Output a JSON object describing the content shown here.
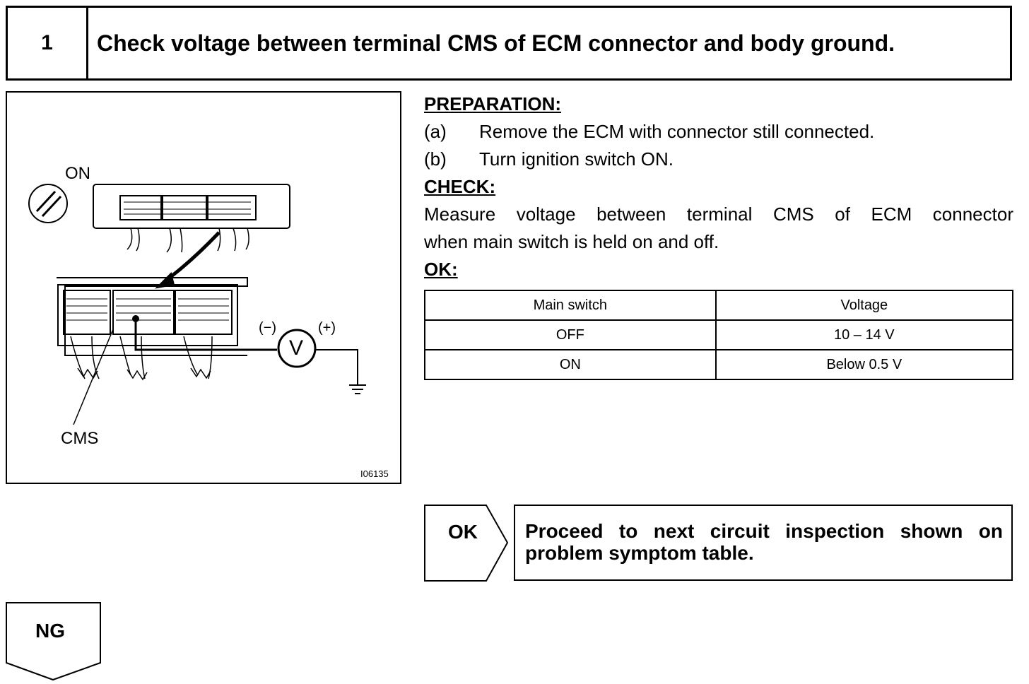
{
  "step": {
    "number": "1",
    "title": "Check voltage between terminal CMS of ECM connector and body ground."
  },
  "figure": {
    "ignition_label": "ON",
    "minus_label": "(−)",
    "plus_label": "(+)",
    "meter_symbol": "V",
    "terminal_label": "CMS",
    "figure_code": "I06135"
  },
  "preparation": {
    "heading": "PREPARATION:",
    "steps": [
      {
        "letter": "(a)",
        "text": "Remove the ECM with connector still connected."
      },
      {
        "letter": "(b)",
        "text": "Turn ignition switch ON."
      }
    ]
  },
  "check": {
    "heading": "CHECK:",
    "line1": "Measure voltage between terminal CMS of ECM connector",
    "line2": "when main switch is held on and off."
  },
  "ok_spec": {
    "heading": "OK:",
    "headers": [
      "Main switch",
      "Voltage"
    ],
    "rows": [
      [
        "OFF",
        "10 – 14 V"
      ],
      [
        "ON",
        "Below 0.5 V"
      ]
    ]
  },
  "result_ok": {
    "label": "OK",
    "text": "Proceed to next circuit inspection shown on problem symptom table."
  },
  "result_ng": {
    "label": "NG"
  }
}
